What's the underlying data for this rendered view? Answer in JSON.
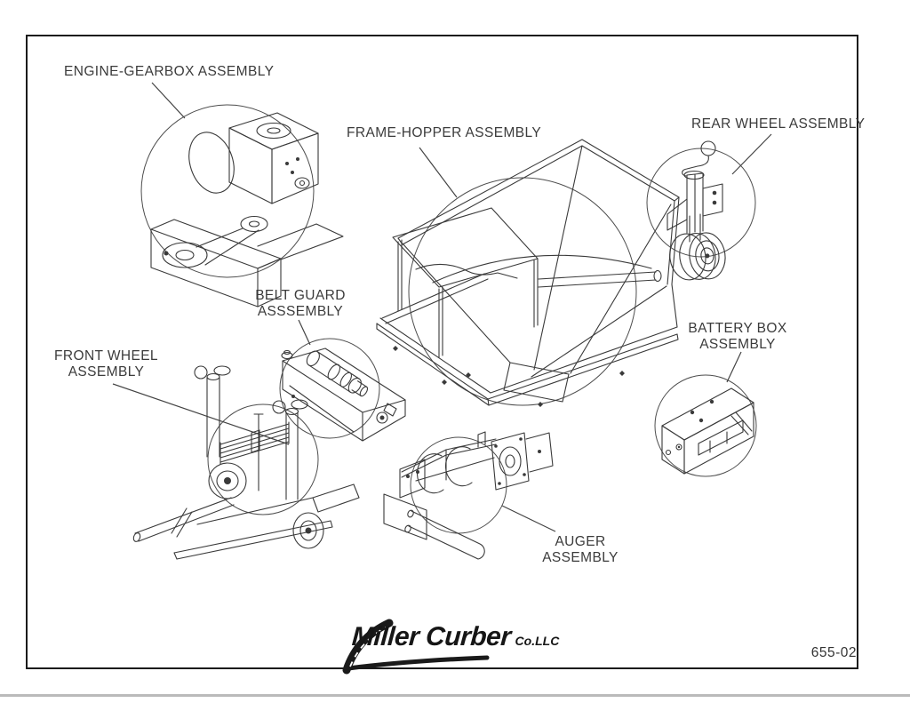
{
  "page": {
    "drawing_number": "655-02",
    "border_color": "#1b1b1b",
    "line_color": "#3a3a3a",
    "background": "#ffffff"
  },
  "logo": {
    "brand": "Miller Curber",
    "suffix": "Co.LLC"
  },
  "callouts": {
    "engine_gearbox": {
      "label": "ENGINE-GEARBOX ASSEMBLY"
    },
    "frame_hopper": {
      "label": "FRAME-HOPPER ASSEMBLY"
    },
    "rear_wheel": {
      "label": "REAR WHEEL ASSEMBLY"
    },
    "belt_guard": {
      "line1": "BELT GUARD",
      "line2": "ASSSEMBLY"
    },
    "front_wheel": {
      "line1": "FRONT WHEEL",
      "line2": "ASSEMBLY"
    },
    "battery_box": {
      "line1": "BATTERY BOX",
      "line2": "ASSEMBLY"
    },
    "auger": {
      "line1": "AUGER",
      "line2": "ASSEMBLY"
    }
  }
}
